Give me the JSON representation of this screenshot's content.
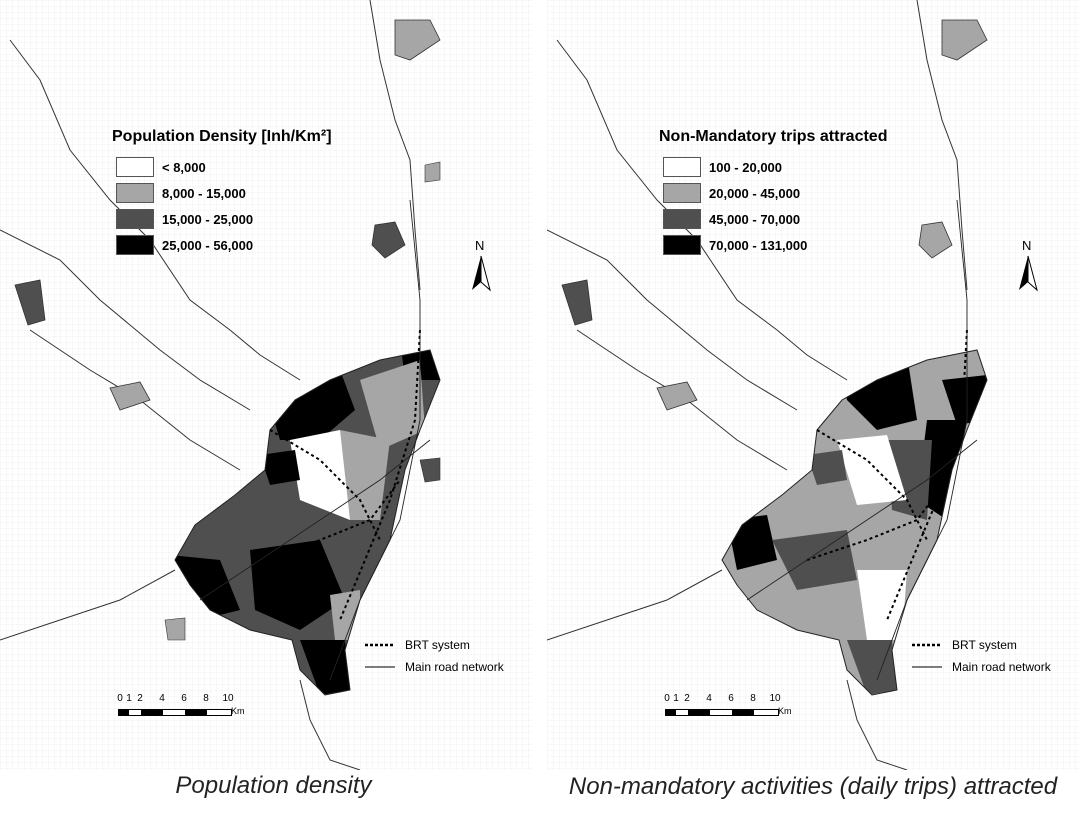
{
  "left_map": {
    "legend_title": "Population Density [Inh/Km²]",
    "legend_items": [
      {
        "label": "< 8,000",
        "color": "#ffffff"
      },
      {
        "label": "8,000 - 15,000",
        "color": "#a6a6a6"
      },
      {
        "label": "15,000 - 25,000",
        "color": "#4f4f4f"
      },
      {
        "label": "25,000 - 56,000",
        "color": "#000000"
      }
    ],
    "north_label": "N",
    "route_legend": {
      "brt": "BRT system",
      "road": "Main road network"
    },
    "scale": {
      "ticks": [
        "0",
        "1",
        "2",
        "4",
        "6",
        "8",
        "10"
      ],
      "unit": "Km"
    },
    "caption": "Population density"
  },
  "right_map": {
    "legend_title": "Non-Mandatory trips attracted",
    "legend_items": [
      {
        "label": "100 - 20,000",
        "color": "#ffffff"
      },
      {
        "label": "20,000 - 45,000",
        "color": "#a6a6a6"
      },
      {
        "label": "45,000 - 70,000",
        "color": "#4f4f4f"
      },
      {
        "label": "70,000 - 131,000",
        "color": "#000000"
      }
    ],
    "north_label": "N",
    "route_legend": {
      "brt": "BRT system",
      "road": "Main road network"
    },
    "scale": {
      "ticks": [
        "0",
        "1",
        "2",
        "4",
        "6",
        "8",
        "10"
      ],
      "unit": "Km"
    },
    "caption": "Non-mandatory activities (daily trips) attracted"
  }
}
